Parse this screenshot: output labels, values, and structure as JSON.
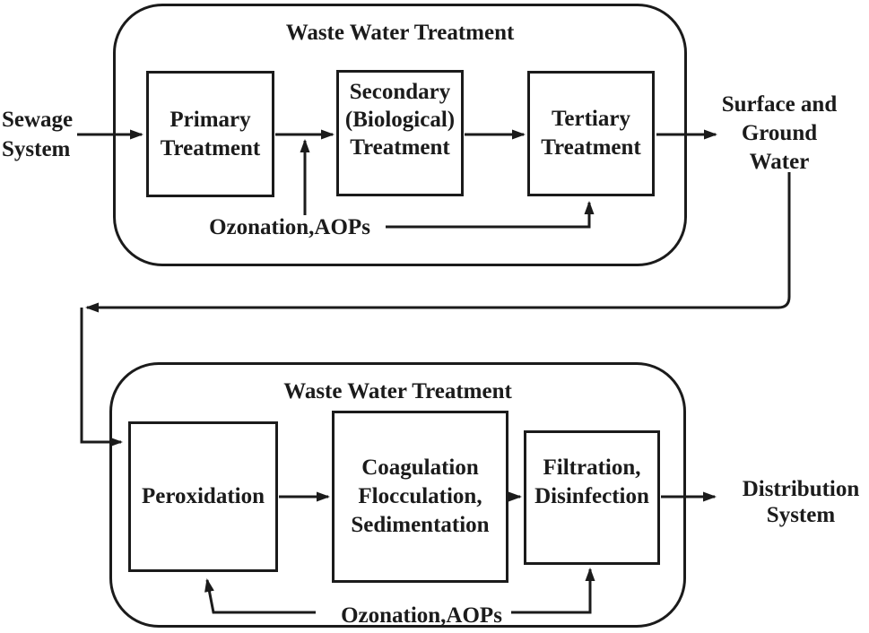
{
  "diagram": {
    "top_section": {
      "title": "Waste Water Treatment",
      "boxes": {
        "primary": "Primary\nTreatment",
        "secondary": "Secondary\n(Biological)\nTreatment",
        "tertiary": "Tertiary\nTreatment"
      },
      "ozonation_label": "Ozonation,AOPs"
    },
    "bottom_section": {
      "title": "Waste Water Treatment",
      "boxes": {
        "peroxidation": "Peroxidation",
        "coagulation": "Coagulation\nFlocculation,\nSedimentation",
        "filtration": "Filtration,\nDisinfection"
      },
      "ozonation_label": "Ozonation,AOPs"
    },
    "external_labels": {
      "sewage": "Sewage\nSystem",
      "surface_ground_water": "Surface and\nGround\nWater",
      "distribution": "Distribution\nSystem"
    },
    "colors": {
      "ink": "#1b1b1b",
      "background": "#ffffff"
    }
  }
}
